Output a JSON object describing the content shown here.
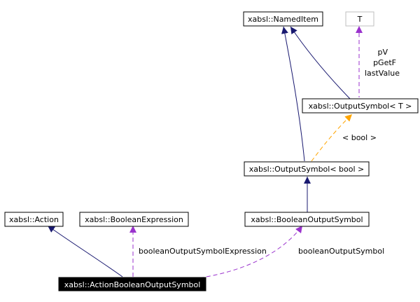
{
  "diagram": {
    "colors": {
      "inheritance": "#191970",
      "usage": "#9a32cd",
      "template": "#ffa500"
    },
    "nodes": [
      {
        "id": "named_item",
        "label": "xabsl::NamedItem"
      },
      {
        "id": "t",
        "label": "T"
      },
      {
        "id": "output_symbol_t",
        "label": "xabsl::OutputSymbol< T >"
      },
      {
        "id": "output_symbol_bool",
        "label": "xabsl::OutputSymbol< bool >"
      },
      {
        "id": "action",
        "label": "xabsl::Action"
      },
      {
        "id": "boolean_expression",
        "label": "xabsl::BooleanExpression"
      },
      {
        "id": "boolean_output_symbol",
        "label": "xabsl::BooleanOutputSymbol"
      },
      {
        "id": "action_boolean_output_symbol",
        "label": "xabsl::ActionBooleanOutputSymbol"
      }
    ],
    "edge_labels": {
      "t_to_output_symbol_t": [
        "pV",
        "pGetF",
        "lastValue"
      ],
      "template_binding": "< bool >",
      "boolean_output_symbol_expression": "booleanOutputSymbolExpression",
      "boolean_output_symbol": "booleanOutputSymbol"
    }
  }
}
